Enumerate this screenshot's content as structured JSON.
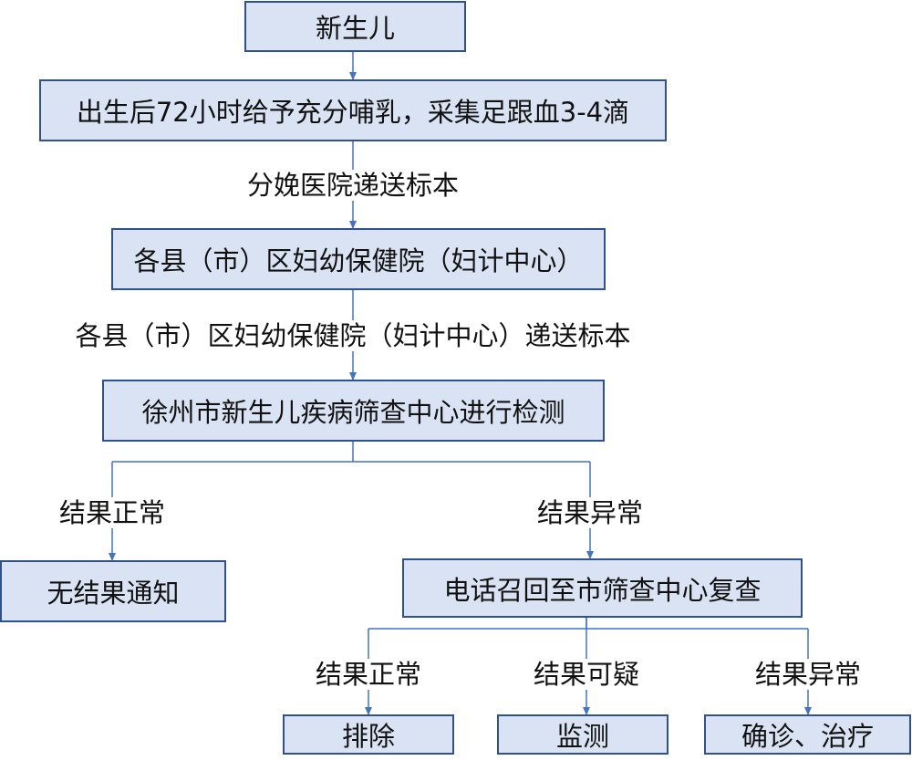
{
  "nodes": {
    "newborn": "新生儿",
    "collect": "出生后72小时给予充分哺乳，采集足跟血3-4滴",
    "county": "各县（市）区妇幼保健院（妇计中心）",
    "center": "徐州市新生儿疾病筛查中心进行检测",
    "no_notice": "无结果通知",
    "recall": "电话召回至市筛查中心复查",
    "exclude": "排除",
    "monitor": "监测",
    "treat": "确诊、治疗"
  },
  "edges": {
    "hospital_send": "分娩医院递送标本",
    "county_send": "各县（市）区妇幼保健院（妇计中心）递送标本",
    "result_normal": "结果正常",
    "result_abnormal": "结果异常",
    "recheck_normal": "结果正常",
    "recheck_suspect": "结果可疑",
    "recheck_abnormal": "结果异常"
  },
  "colors": {
    "box_fill": "#dae3f3",
    "box_border": "#2f528f",
    "connector": "#4472c4"
  }
}
